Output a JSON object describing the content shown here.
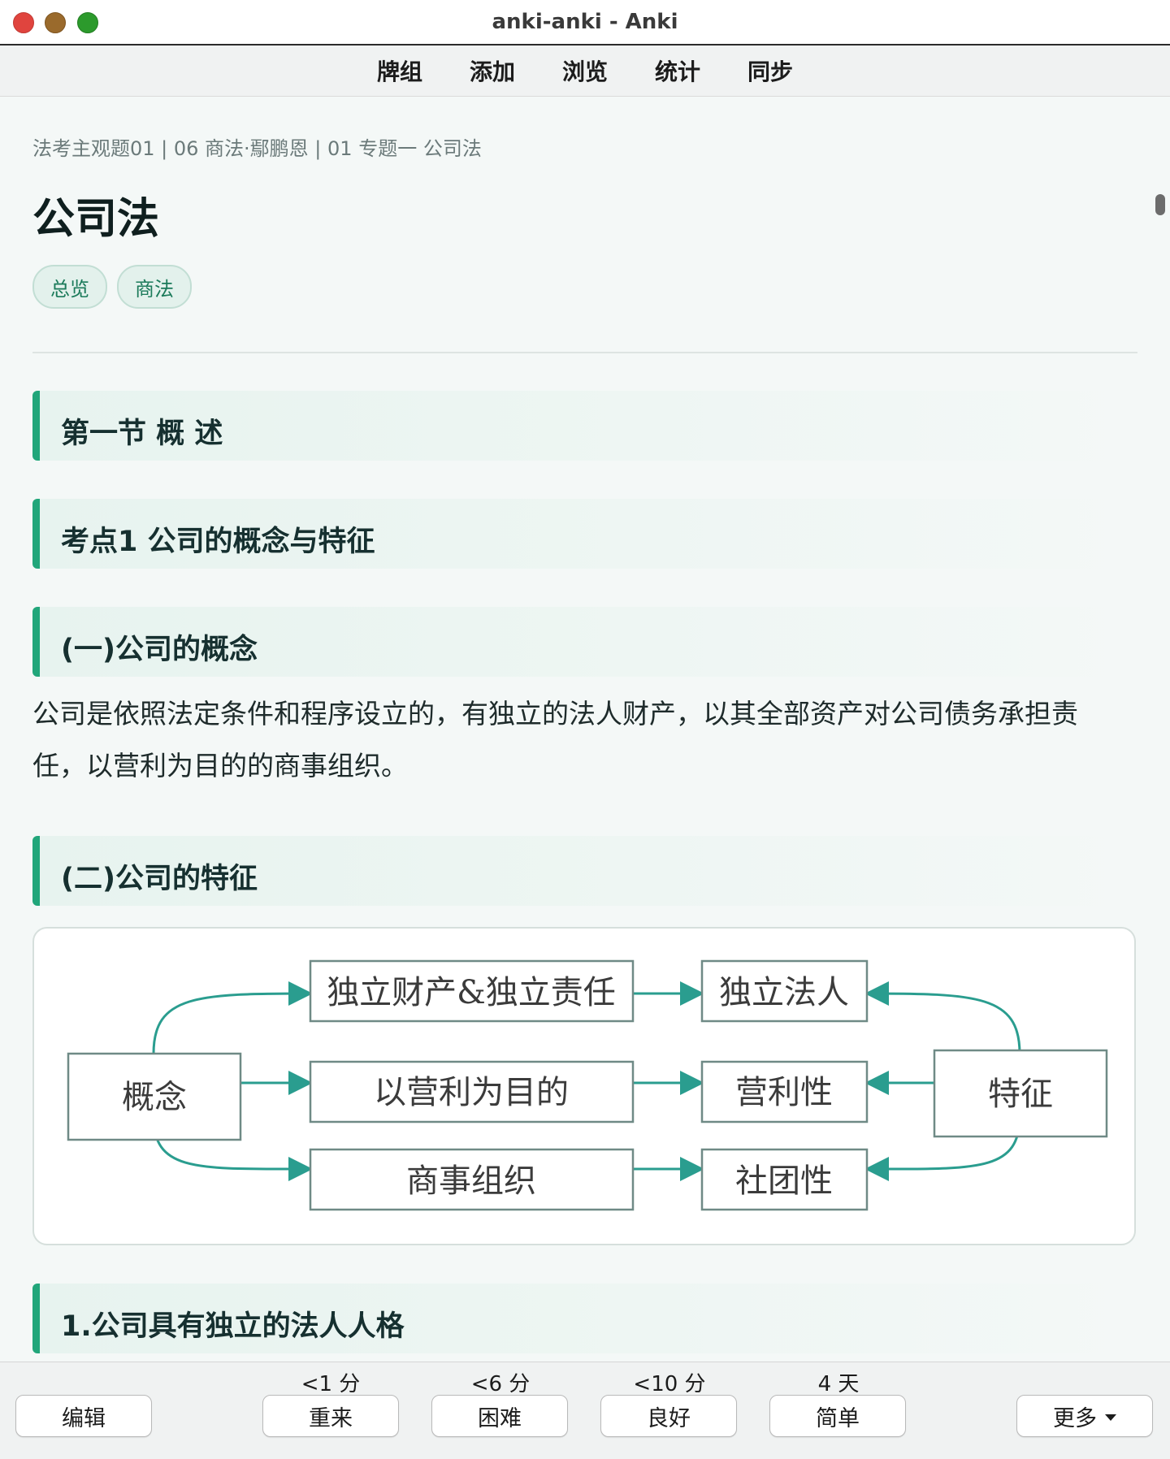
{
  "window": {
    "title": "anki-anki - Anki"
  },
  "toolbar": {
    "items": [
      "牌组",
      "添加",
      "浏览",
      "统计",
      "同步"
    ]
  },
  "card": {
    "breadcrumb": "法考主观题01 | 06 商法·鄢鹏恩 | 01 专题一 公司法",
    "title": "公司法",
    "tags": [
      "总览",
      "商法"
    ],
    "headings": [
      "第一节 概 述",
      "考点1 公司的概念与特征",
      "(一)公司的概念",
      "(二)公司的特征",
      "1.公司具有独立的法人人格"
    ],
    "paragraph": "公司是依照法定条件和程序设立的，有独立的法人财产，以其全部资产对公司债务承担责任，以营利为目的的商事组织。",
    "diagram": {
      "left_box": "概念",
      "right_box": "特征",
      "middle": [
        "独立财产&独立责任",
        "以营利为目的",
        "商事组织"
      ],
      "results": [
        "独立法人",
        "营利性",
        "社团性"
      ],
      "line_color": "#2a9d8f"
    }
  },
  "bottom": {
    "edit_label": "编辑",
    "more_label": "更多",
    "answers": [
      {
        "label": "重来",
        "due": "<1 分"
      },
      {
        "label": "困难",
        "due": "<6 分"
      },
      {
        "label": "良好",
        "due": "<10 分"
      },
      {
        "label": "简单",
        "due": "4 天"
      }
    ]
  }
}
